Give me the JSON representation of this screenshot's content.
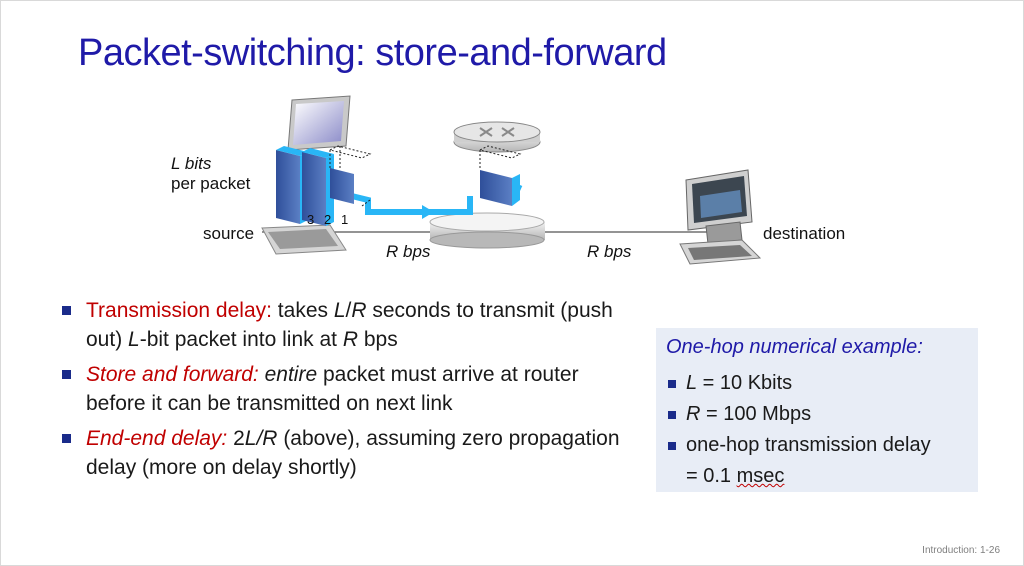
{
  "title": "Packet-switching: store-and-forward",
  "diagram": {
    "l_bits_line1": "L bits",
    "l_bits_line2": "per packet",
    "source": "source",
    "destination": "destination",
    "packet_nums": [
      "3",
      "2",
      "1"
    ],
    "link1_rate": "R bps",
    "link2_rate": "R bps"
  },
  "bullets": [
    {
      "lead": "Transmission delay:",
      "text_a": " takes ",
      "L1": "L",
      "slash": "/",
      "R1": "R",
      "text_b": " seconds to transmit (push out) ",
      "L2": "L",
      "text_c": "-bit packet into link at ",
      "R2": "R",
      "text_d": " bps"
    },
    {
      "lead": "Store and forward:",
      "text_a": " ",
      "em": "entire",
      "text_b": " packet must  arrive at router before it can be transmitted on next link"
    },
    {
      "lead": "End-end delay:",
      "text_a": " 2",
      "LR": "L/R",
      "text_b": " (above), assuming zero propagation delay (more on delay shortly)"
    }
  ],
  "example": {
    "title": "One-hop numerical example:",
    "item1_var": "L",
    "item1_rest": " = 10 Kbits",
    "item2_var": "R",
    "item2_rest": " = 100 Mbps",
    "item3_line1": "one-hop transmission delay",
    "item3_line2a": "= 0.1 ",
    "item3_line2b": "msec"
  },
  "footer": "Introduction: 1-26",
  "colors": {
    "title": "#1f1aa8",
    "red": "#c00000",
    "link": "#29b6f6",
    "packet": "#3f5fa8",
    "box_bg": "#e8edf6"
  }
}
